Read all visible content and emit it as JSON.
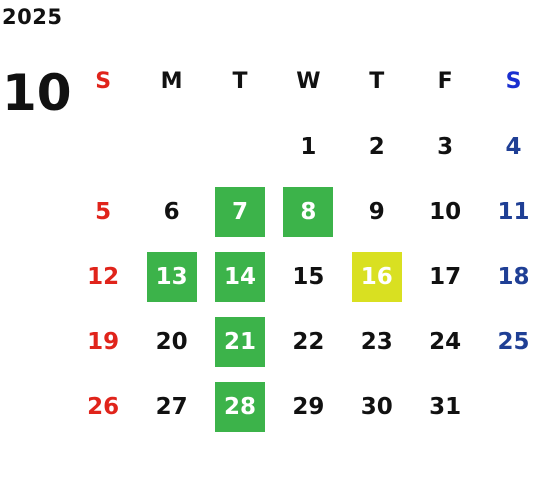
{
  "year": "2025",
  "month": "10",
  "colors": {
    "sunday": "#e0241b",
    "saturday": "#1f3f95",
    "saturday_header": "#1a2fd0",
    "highlight_green": "#3cb34a",
    "highlight_yellow": "#d9e021"
  },
  "weekdays": [
    {
      "label": "S",
      "kind": "sun"
    },
    {
      "label": "M",
      "kind": ""
    },
    {
      "label": "T",
      "kind": ""
    },
    {
      "label": "W",
      "kind": ""
    },
    {
      "label": "T",
      "kind": ""
    },
    {
      "label": "F",
      "kind": ""
    },
    {
      "label": "S",
      "kind": "sat"
    }
  ],
  "weeks": [
    [
      null,
      null,
      null,
      {
        "day": "1"
      },
      {
        "day": "2"
      },
      {
        "day": "3"
      },
      {
        "day": "4"
      }
    ],
    [
      {
        "day": "5"
      },
      {
        "day": "6"
      },
      {
        "day": "7",
        "highlight": "green"
      },
      {
        "day": "8",
        "highlight": "green"
      },
      {
        "day": "9"
      },
      {
        "day": "10"
      },
      {
        "day": "11"
      }
    ],
    [
      {
        "day": "12"
      },
      {
        "day": "13",
        "highlight": "green"
      },
      {
        "day": "14",
        "highlight": "green"
      },
      {
        "day": "15"
      },
      {
        "day": "16",
        "highlight": "yellow"
      },
      {
        "day": "17"
      },
      {
        "day": "18"
      }
    ],
    [
      {
        "day": "19"
      },
      {
        "day": "20"
      },
      {
        "day": "21",
        "highlight": "green"
      },
      {
        "day": "22"
      },
      {
        "day": "23"
      },
      {
        "day": "24"
      },
      {
        "day": "25"
      }
    ],
    [
      {
        "day": "26"
      },
      {
        "day": "27"
      },
      {
        "day": "28",
        "highlight": "green"
      },
      {
        "day": "29"
      },
      {
        "day": "30"
      },
      {
        "day": "31"
      },
      null
    ]
  ]
}
